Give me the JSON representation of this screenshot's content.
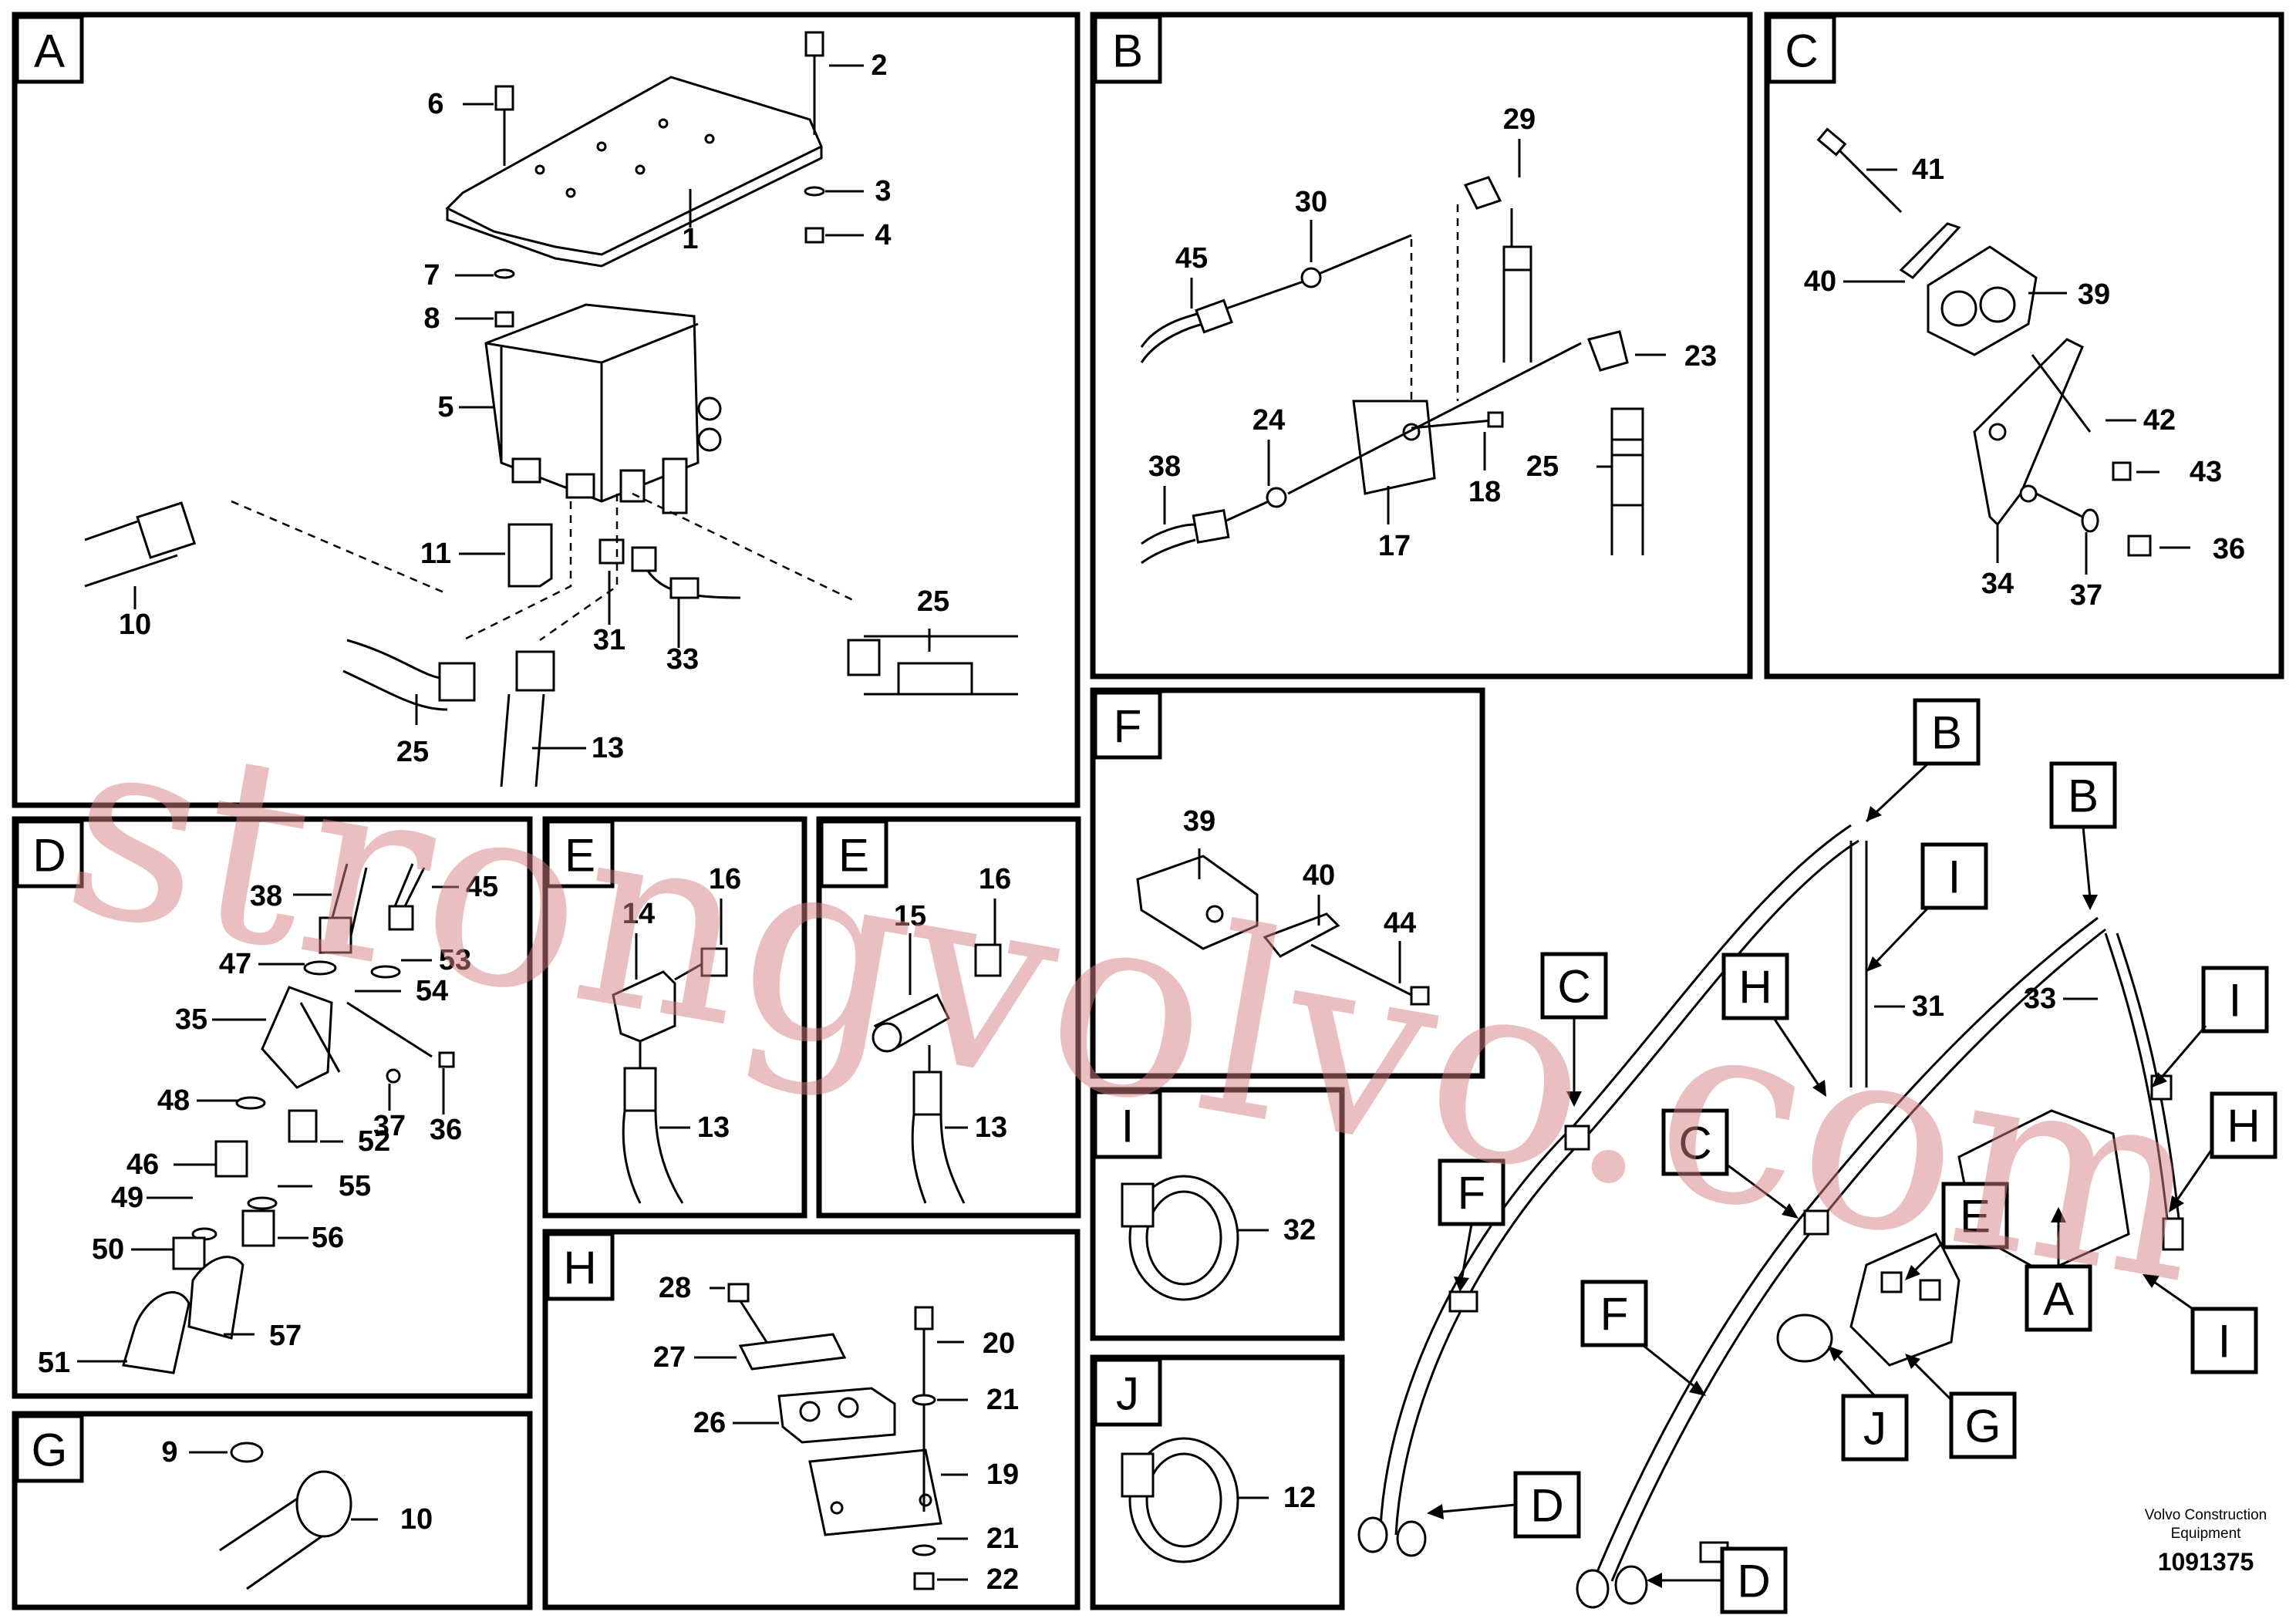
{
  "watermark": "strongvolvo.com",
  "footer": {
    "company": "Volvo Construction",
    "subtitle": "Equipment",
    "doc_number": "1091375"
  },
  "panels": {
    "A": {
      "tag": "A",
      "labels": [
        "6",
        "2",
        "3",
        "4",
        "1",
        "7",
        "8",
        "5",
        "11",
        "10",
        "31",
        "33",
        "25",
        "25",
        "13"
      ]
    },
    "B": {
      "tag": "B",
      "labels": [
        "29",
        "30",
        "45",
        "23",
        "24",
        "38",
        "18",
        "25",
        "17"
      ]
    },
    "C": {
      "tag": "C",
      "labels": [
        "41",
        "40",
        "39",
        "42",
        "43",
        "36",
        "34",
        "37"
      ]
    },
    "D": {
      "tag": "D",
      "labels": [
        "38",
        "45",
        "47",
        "53",
        "54",
        "35",
        "37",
        "36",
        "48",
        "52",
        "46",
        "55",
        "49",
        "50",
        "56",
        "51",
        "57"
      ]
    },
    "E1": {
      "tag": "E",
      "labels": [
        "14",
        "16",
        "13"
      ]
    },
    "E2": {
      "tag": "E",
      "labels": [
        "15",
        "16",
        "13"
      ]
    },
    "F": {
      "tag": "F",
      "labels": [
        "39",
        "40",
        "44"
      ]
    },
    "G": {
      "tag": "G",
      "labels": [
        "9",
        "10"
      ]
    },
    "H": {
      "tag": "H",
      "labels": [
        "28",
        "20",
        "27",
        "21",
        "26",
        "19",
        "21",
        "22"
      ]
    },
    "I": {
      "tag": "I",
      "labels": [
        "32"
      ]
    },
    "J": {
      "tag": "J",
      "labels": [
        "12"
      ]
    }
  },
  "overview": {
    "callouts": [
      "B",
      "B",
      "I",
      "C",
      "H",
      "31",
      "33",
      "I",
      "H",
      "C",
      "F",
      "E",
      "F",
      "A",
      "I",
      "J",
      "G",
      "D",
      "D"
    ]
  }
}
